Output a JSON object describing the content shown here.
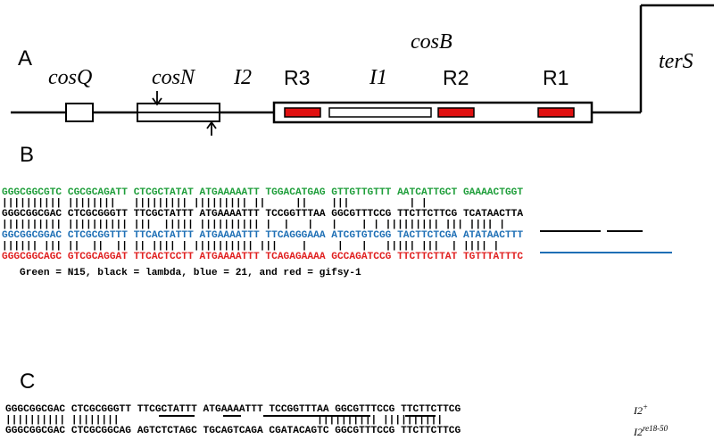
{
  "panel_a": {
    "letter": "A",
    "labels": {
      "cosQ": "cosQ",
      "cosN": "cosN",
      "I2": "I2",
      "cosB": "cosB",
      "R3": "R3",
      "I1": "I1",
      "R2": "R2",
      "R1": "R1",
      "terS": "terS"
    },
    "colors": {
      "r_box": "#e01010",
      "line": "#000000"
    }
  },
  "panel_b": {
    "letter": "B",
    "rows": [
      {
        "kind": "seq",
        "color": "green",
        "text": "GGGCGGCGTC CGCGCAGATT CTCGCTATAT ATGAAAAATT TGGACATGAG GTTGTTGTTT AATCATTGCT GAAAACTGGT"
      },
      {
        "kind": "match",
        "text": "|||||||||| ||||||||   ||||||||| ||||||||| ||     ||    |||          | |   "
      },
      {
        "kind": "seq",
        "color": "black",
        "text": "GGGCGGCGAC CTCGCGGGTT TTCGCTATTT ATGAAAATTT TCCGGTTTAA GGCGTTTCCG TTCTTCTTCG TCATAACTTA"
      },
      {
        "kind": "match",
        "text": "|||||||||| |||||||||| |||  ||||| |||||||||| |  |   |   |    | | ||||||||| ||| |||| |"
      },
      {
        "kind": "seq",
        "color": "blue",
        "text": "GGCGGCGGAC CTCGCGGTTT TTCACTATTT ATGAAAATTT TTCAGGGAAA ATCGTGTCGG TACTTCTCGA ATATAACTTT"
      },
      {
        "kind": "match",
        "text": "|||||| ||| ||  ||  || || |||| | |||||||||| |||    |     |   |   ||||| |||  | |||| |"
      },
      {
        "kind": "seq",
        "color": "red",
        "text": "GGGCGGCAGC GTCGCAGGAT TTCACTCCTT ATGAAAATTT TCAGAGAAAA GCCAGATCCG TTCTTCTTAT TGTTTATTTC"
      }
    ],
    "legend": "Green = N15, black = lambda, blue = 21, and red = gifsy-1"
  },
  "panel_c": {
    "letter": "C",
    "top_seq": "GGGCGGCGAC CTCGCGGGTT TTCGCTATTT ATGAAAATTT TCCGGTTTAA GGCGTTTCCG TTCTTCTTCG",
    "match": "|||||||||| ||||||||                                 |||||||||| ||||||||||",
    "bottom_seq": "GGGCGGCGAC CTCGCGGCAG AGTCTCTAGC TGCAGTCAGA CGATACAGTC GGCGTTTCCG TTCTTCTTCG",
    "top_label_base": "I2",
    "top_label_sup": "+",
    "bottom_label_base": "I2",
    "bottom_label_sup": "re18-50"
  }
}
